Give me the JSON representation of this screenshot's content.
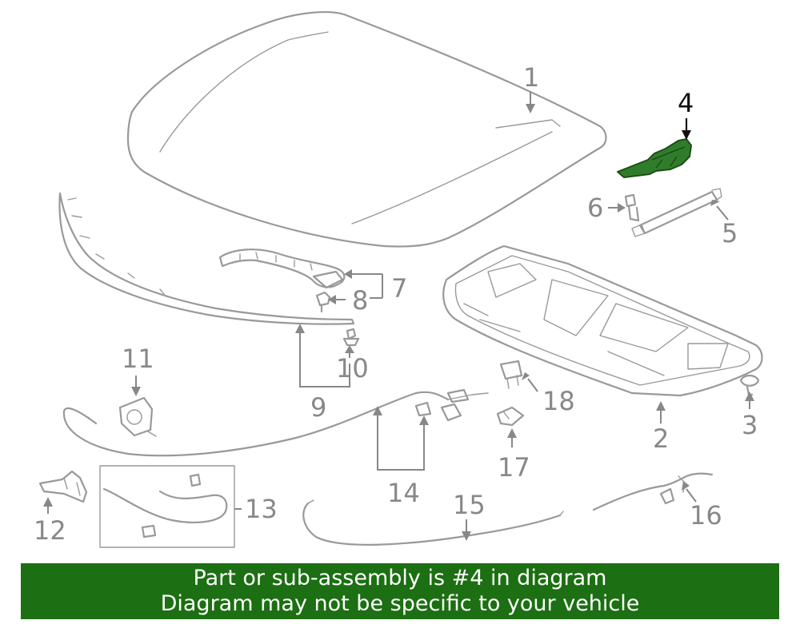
{
  "diagram": {
    "callouts": {
      "c1": "1",
      "c2": "2",
      "c3": "3",
      "c4": "4",
      "c5": "5",
      "c6": "6",
      "c7": "7",
      "c8": "8",
      "c9": "9",
      "c10": "10",
      "c11": "11",
      "c12": "12",
      "c13": "13",
      "c14": "14",
      "c15": "15",
      "c16": "16",
      "c17": "17",
      "c18": "18"
    },
    "highlighted_part": "4",
    "colors": {
      "line": "#999999",
      "label": "#888888",
      "highlight_fill": "#2f7d2a",
      "banner": "#1c6f12"
    }
  },
  "banner": {
    "line1": "Part or sub-assembly is #4 in diagram",
    "line2": "Diagram may not be specific to your vehicle"
  }
}
